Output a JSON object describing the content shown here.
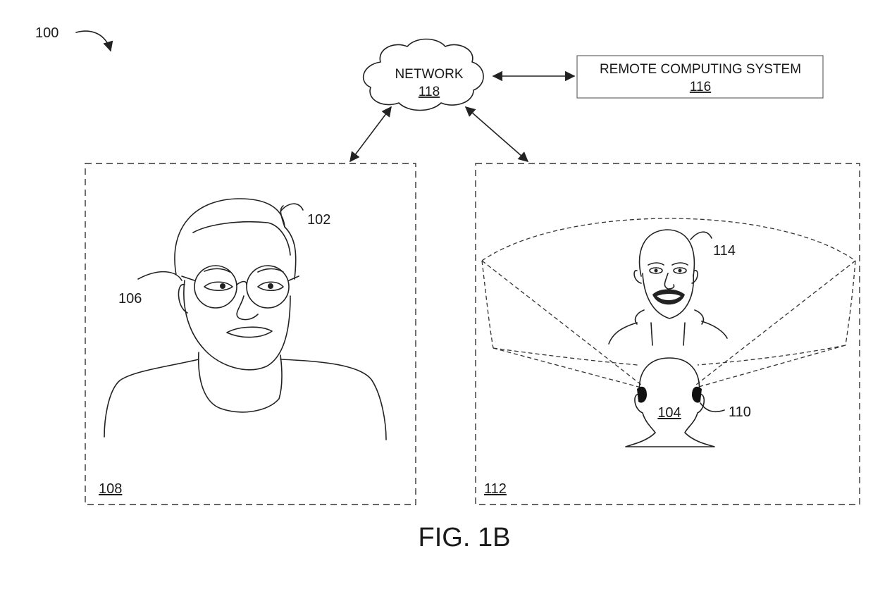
{
  "figure": {
    "ref_system": "100",
    "caption": "FIG. 1B"
  },
  "network": {
    "label": "NETWORK",
    "ref": "118"
  },
  "remote_system": {
    "label": "REMOTE COMPUTING SYSTEM",
    "ref": "116"
  },
  "left_panel": {
    "ref": "108",
    "person_ref": "102",
    "glasses_ref": "106"
  },
  "right_panel": {
    "ref": "112",
    "remote_person_ref": "114",
    "viewer_ref": "104",
    "headset_ref": "110"
  },
  "colors": {
    "ink": "#222222",
    "box_border": "#666666",
    "background": "#ffffff"
  }
}
